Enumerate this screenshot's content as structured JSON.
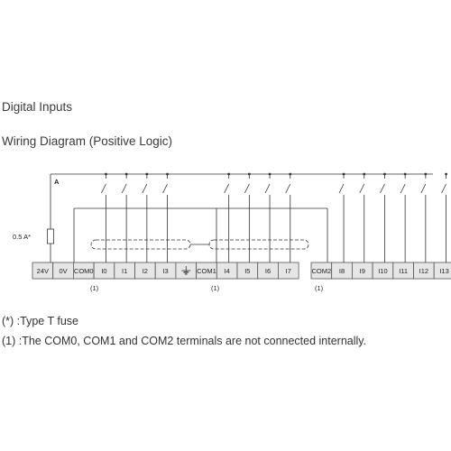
{
  "headings": {
    "section": "Digital Inputs",
    "diagram": "Wiring Diagram (Positive Logic)"
  },
  "diagram": {
    "supply_label": "A",
    "fuse_label": "0.5 A*",
    "terminal_block_1": [
      "24V",
      "0V",
      "COM0",
      "I0",
      "I1",
      "I2",
      "I3",
      "⏚",
      "COM1",
      "I4",
      "I5",
      "I6",
      "I7"
    ],
    "terminal_block_2": [
      "COM2",
      "I8",
      "I9",
      "I10",
      "I11",
      "I12",
      "I13"
    ],
    "footnote_markers": [
      "(1)",
      "(1)",
      "(1)"
    ]
  },
  "notes": {
    "fuse": "(*) :Type T fuse",
    "commons": "(1) :The COM0, COM1 and COM2 terminals are not connected internally."
  }
}
